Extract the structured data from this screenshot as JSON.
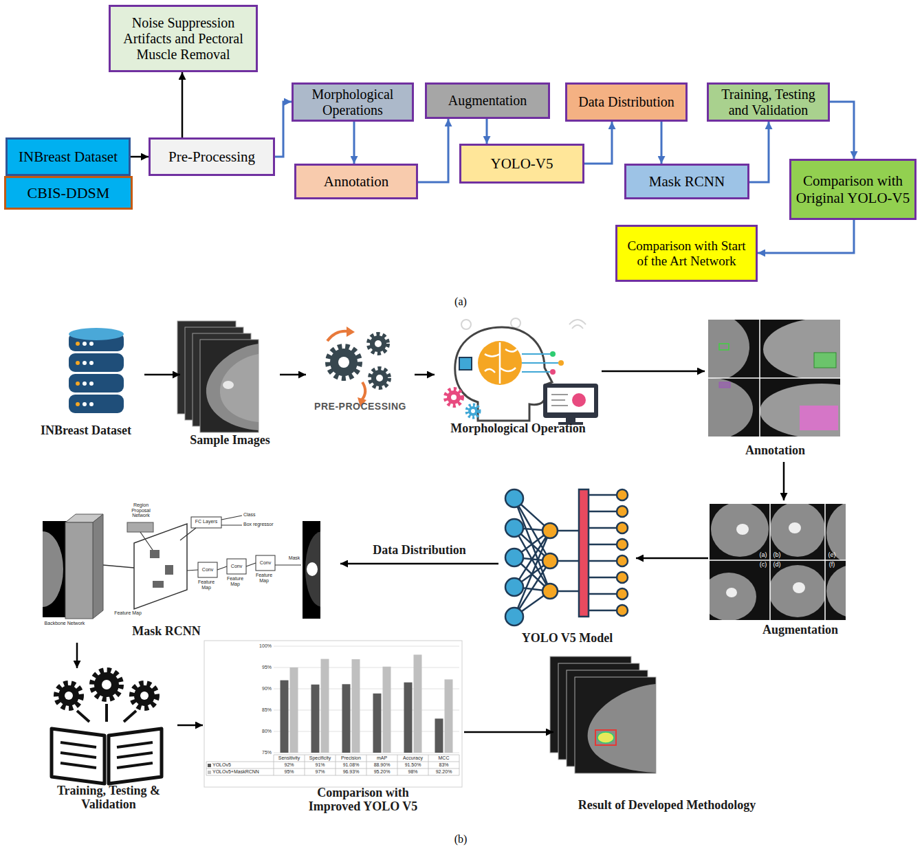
{
  "diagram": {
    "nodes": [
      {
        "text": [
          "Noise Suppression Artifacts and Pectoral Muscle Removal"
        ]
      },
      {
        "text": [
          "INBreast Dataset"
        ]
      },
      {
        "text": [
          "CBIS-DDSM"
        ]
      },
      {
        "text": [
          "Pre-Processing"
        ]
      },
      {
        "text": [
          "Morphological Operations"
        ]
      },
      {
        "text": [
          "Annotation"
        ]
      },
      {
        "text": [
          "Augmentation"
        ]
      },
      {
        "text": [
          "YOLO-V5"
        ]
      },
      {
        "text": [
          "Data Distribution"
        ]
      },
      {
        "text": [
          "Mask RCNN"
        ]
      },
      {
        "text": [
          "Training, Testing and Validation"
        ]
      },
      {
        "text": [
          "Comparison with Original YOLO-V5"
        ]
      },
      {
        "text": [
          "Comparison with Start of the Art Network"
        ]
      },
      {
        "text": [
          "INBreast Dataset"
        ]
      },
      {
        "text": [
          "Sample Images"
        ]
      },
      {
        "text": [
          "PRE-PROCESSING"
        ]
      },
      {
        "text": [
          "Morphological Operation"
        ]
      },
      {
        "text": [
          "Annotation"
        ]
      },
      {
        "text": [
          "Augmentation"
        ]
      },
      {
        "text": [
          "YOLO V5 Model"
        ]
      },
      {
        "text": [
          "Mask RCNN"
        ]
      },
      {
        "text": [
          "Training, Testing & Validation"
        ]
      },
      {
        "text": [
          "Comparison with Improved YOLO V5"
        ]
      },
      {
        "text": [
          "Result of Developed Methodology"
        ]
      }
    ],
    "edges": [
      {
        "from": 1,
        "to": 3,
        "arrow": "to"
      },
      {
        "from": 3,
        "to": 0,
        "arrow": "to"
      },
      {
        "from": 3,
        "to": 4,
        "arrow": "to"
      },
      {
        "from": 4,
        "to": 5,
        "arrow": "to"
      },
      {
        "from": 5,
        "to": 6,
        "arrow": "to"
      },
      {
        "from": 6,
        "to": 7,
        "arrow": "to"
      },
      {
        "from": 7,
        "to": 8,
        "arrow": "to"
      },
      {
        "from": 8,
        "to": 9,
        "arrow": "to"
      },
      {
        "from": 9,
        "to": 10,
        "arrow": "to"
      },
      {
        "from": 10,
        "to": 11,
        "arrow": "to"
      },
      {
        "from": 11,
        "to": 12,
        "arrow": "to"
      },
      {
        "from": 13,
        "to": 14,
        "arrow": "to"
      },
      {
        "from": 14,
        "to": 15,
        "arrow": "to"
      },
      {
        "from": 15,
        "to": 16,
        "arrow": "to"
      },
      {
        "from": 16,
        "to": 17,
        "arrow": "to"
      },
      {
        "from": 17,
        "to": 18,
        "arrow": "to"
      },
      {
        "from": 18,
        "to": 19,
        "arrow": "to"
      },
      {
        "from": 19,
        "to": 20,
        "label": "Data Distribution",
        "arrow": "to"
      },
      {
        "from": 20,
        "to": 21,
        "arrow": "to"
      },
      {
        "from": 21,
        "to": 22,
        "arrow": "to"
      },
      {
        "from": 22,
        "to": 23,
        "arrow": "to"
      }
    ],
    "labels": [
      "(a)",
      "(b)",
      "Region Proposal Network",
      "FC Layers",
      "Class",
      "Box regressor",
      "Backbone Network",
      "Feature Map",
      "Conv",
      "Conv",
      "Conv",
      "Feature Map",
      "Feature Map",
      "Feature Map",
      "Mask",
      "(a)",
      "(b)",
      "(c)",
      "(d)",
      "(e)",
      "(f)",
      "100%",
      "95%",
      "90%",
      "85%",
      "80%",
      "75%",
      "Sensitivity",
      "Specificity",
      "Precision",
      "mAP",
      "Accuracy",
      "MCC",
      "92%",
      "91%",
      "91.08%",
      "88.90%",
      "91.50%",
      "83%",
      "95%",
      "97%",
      "96.93%",
      "95.20%",
      "98%",
      "92.20%"
    ],
    "legend": [
      {
        "text": "YOLOv5",
        "color": "#595959"
      },
      {
        "text": "YOLOv5+MaskRCNN",
        "color": "#bfbfbf"
      }
    ]
  }
}
